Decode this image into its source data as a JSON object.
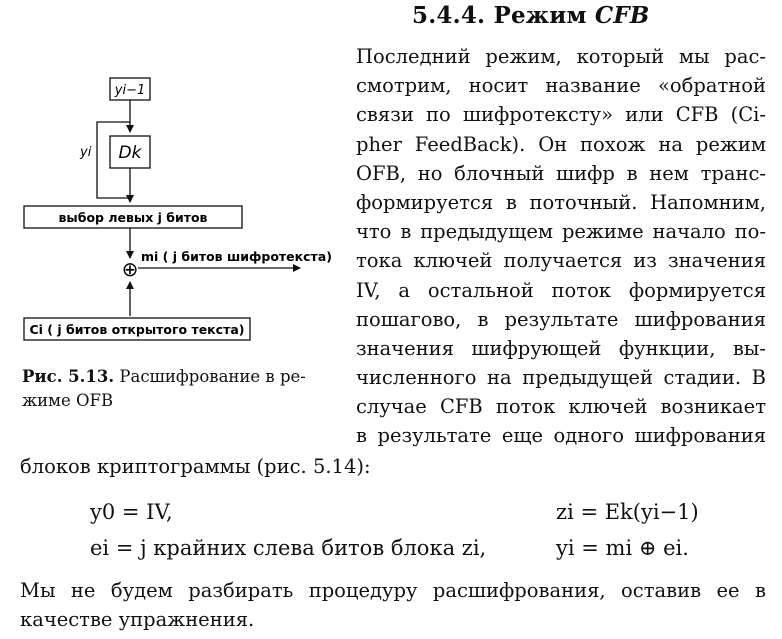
{
  "section": {
    "number": "5.4.4.",
    "title_word": "Режим",
    "title_mode": "CFB"
  },
  "paragraph1_lines": [
    "Последний режим, который мы рас-",
    "смотрим, носит название «обратной",
    "связи по шифротексту» или CFB (Ci-",
    "pher FeedBack). Он похож на режим",
    "OFB, но блочный шифр в нем транс-",
    "формируется в поточный. Напомним,",
    "что в предыдущем режиме начало по-",
    "тока ключей получается из значения",
    "IV, а остальной поток формируется",
    "пошагово, в результате шифрования",
    "значения шифрующей функции, вы-",
    "численного на предыдущей стадии. В",
    "случае CFB поток ключей возникает",
    "в результате еще одного шифрования"
  ],
  "paragraph2": "блоков криптограммы (рис. 5.14):",
  "formulas": {
    "f1": "y0 = IV,",
    "f2": "zi = Ek(yi−1)",
    "f3": "ei = j крайних слева битов блока zi,",
    "f4": "yi = mi ⊕ ei."
  },
  "paragraph3_line1": "Мы не будем разбирать процедуру расшифрования, оставив ее в",
  "paragraph3_line2": "качестве упражнения.",
  "figure": {
    "caption_label": "Рис. 5.13.",
    "caption_line1": "Расшифрование в ре-",
    "caption_line2": "жиме OFB",
    "box_top": "yi−1",
    "box_cipher": "Dk",
    "label_feedback": "yi",
    "box_select": "выбор левых j битов",
    "output_label": "mi ( j битов шифротекста)",
    "box_input": "Ci ( j битов открытого текста)",
    "xor_symbol": "⊕"
  }
}
